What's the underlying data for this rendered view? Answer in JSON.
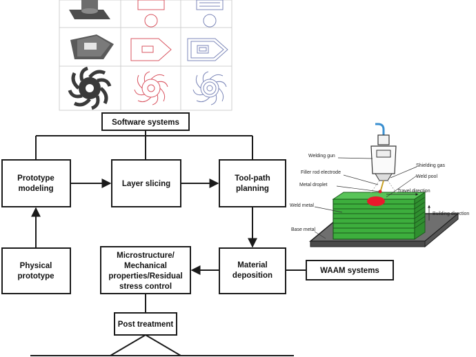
{
  "flowchart": {
    "software_systems": "Software systems",
    "prototype_modeling": [
      "Prototype",
      "modeling"
    ],
    "layer_slicing": "Layer slicing",
    "toolpath_planning": [
      "Tool-path",
      "planning"
    ],
    "physical_prototype": [
      "Physical",
      "prototype"
    ],
    "microstructure": [
      "Microstructure/",
      "Mechanical",
      "properties/Residual",
      "stress control"
    ],
    "material_deposition": [
      "Material",
      "deposition"
    ],
    "waam_systems": "WAAM systems",
    "post_treatment": "Post treatment"
  },
  "waam_schematic": {
    "welding_gun": "Welding gun",
    "filler_rod_electrode": "Filler rod electrode",
    "metal_droplet": "Metal droplet",
    "shielding_gas": "Shielding gas",
    "weld_pool": "Weld pool",
    "travel_direction": "Travel direction",
    "weld_metal": "Weld metal",
    "building_direction": "Building direction",
    "base_metal": "Base metal"
  },
  "colors": {
    "weld_layers": "#3dae3d",
    "base_metal": "#6f6f6f",
    "droplet": "#e8192c",
    "torch_cable": "#3a8fd0"
  }
}
